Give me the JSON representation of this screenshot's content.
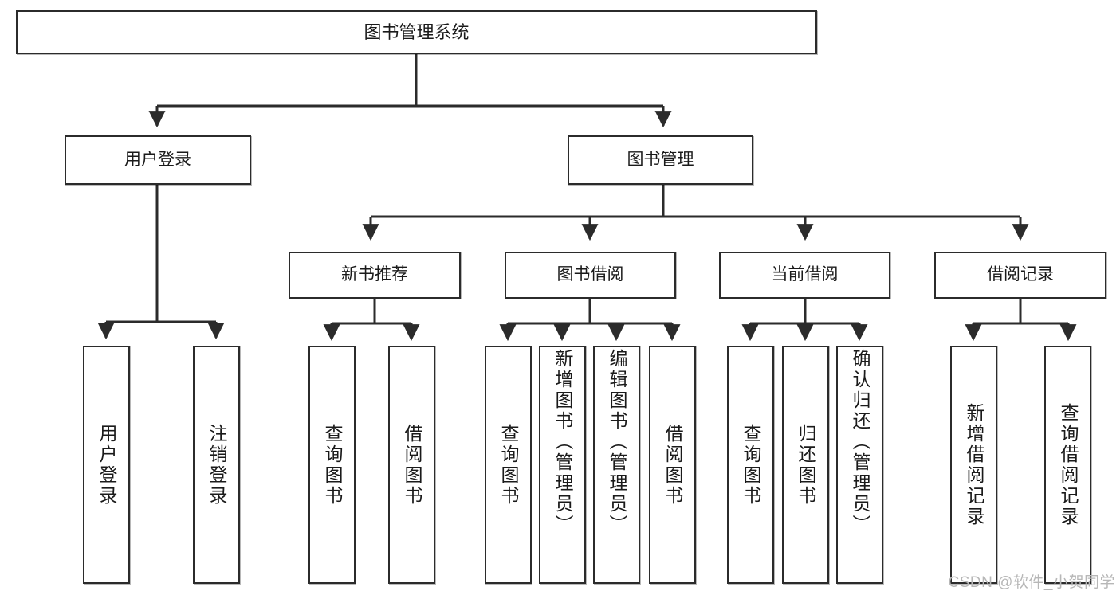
{
  "diagram": {
    "title": "图书管理系统",
    "type": "tree",
    "root": {
      "label": "图书管理系统"
    },
    "level2": [
      {
        "label": "用户登录"
      },
      {
        "label": "图书管理"
      }
    ],
    "level3": [
      {
        "label": "新书推荐"
      },
      {
        "label": "图书借阅"
      },
      {
        "label": "当前借阅"
      },
      {
        "label": "借阅记录"
      }
    ],
    "leaves": {
      "user_login": [
        {
          "label": "用户登录"
        },
        {
          "label": "注销登录"
        }
      ],
      "new_book_recommend": [
        {
          "label": "查询图书"
        },
        {
          "label": "借阅图书"
        }
      ],
      "book_borrow": [
        {
          "label": "查询图书"
        },
        {
          "label": "新增图书（管理员）"
        },
        {
          "label": "编辑图书（管理员）"
        },
        {
          "label": "借阅图书"
        }
      ],
      "current_borrow": [
        {
          "label": "查询图书"
        },
        {
          "label": "归还图书"
        },
        {
          "label": "确认归还（管理员）"
        }
      ],
      "borrow_record": [
        {
          "label": "新增借阅记录"
        },
        {
          "label": "查询借阅记录"
        }
      ]
    }
  },
  "watermark": {
    "text": "CSDN @软件_小贺同学"
  },
  "colors": {
    "stroke": "#2b2b2b",
    "fill": "#ffffff",
    "text": "#1a1a1a",
    "watermark": "#b7b7b7"
  }
}
